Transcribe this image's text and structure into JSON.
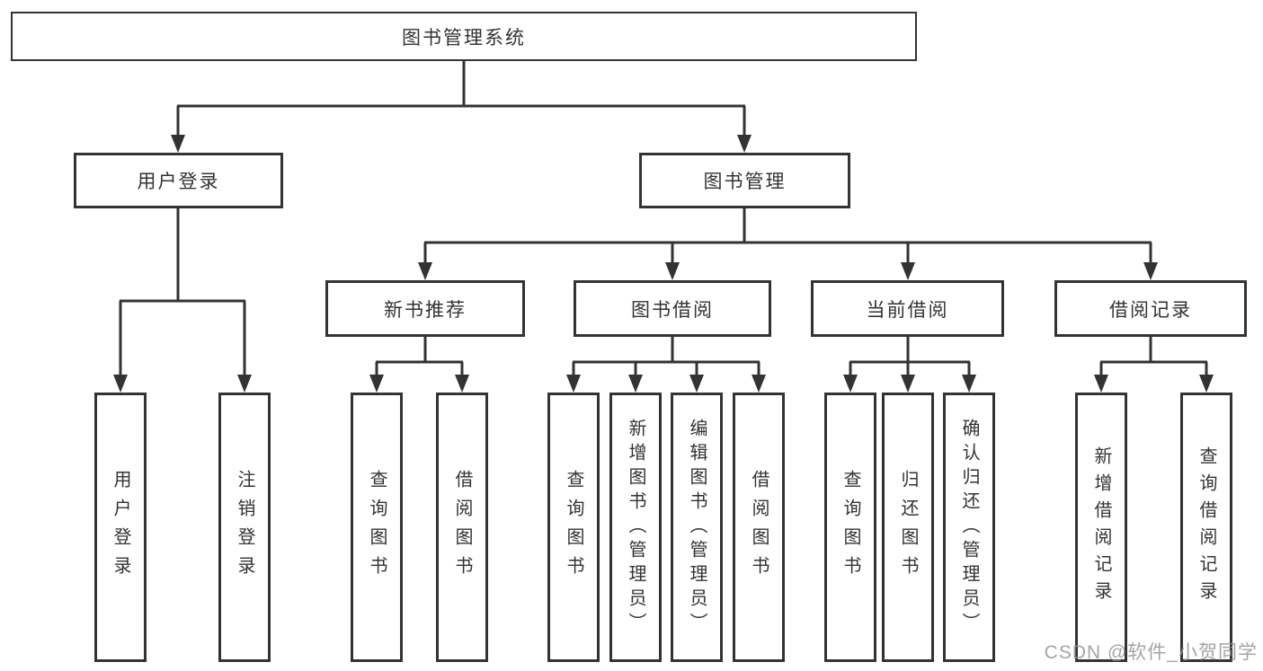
{
  "tree": {
    "root": "图书管理系统",
    "branches": [
      {
        "label": "用户登录",
        "children": [
          "用户登录",
          "注销登录"
        ]
      },
      {
        "label": "图书管理",
        "modules": [
          {
            "label": "新书推荐",
            "children": [
              "查询图书",
              "借阅图书"
            ]
          },
          {
            "label": "图书借阅",
            "children": [
              "查询图书",
              "新增图书（管理员）",
              "编辑图书（管理员）",
              "借阅图书"
            ]
          },
          {
            "label": "当前借阅",
            "children": [
              "查询图书",
              "归还图书",
              "确认归还（管理员）"
            ]
          },
          {
            "label": "借阅记录",
            "children": [
              "新增借阅记录",
              "查询借阅记录"
            ]
          }
        ]
      }
    ]
  },
  "watermark": "CSDN @软件_小贺同学",
  "colors": {
    "line": "#333333",
    "text": "#333333",
    "background": "#ffffff",
    "watermark": "#949494"
  }
}
